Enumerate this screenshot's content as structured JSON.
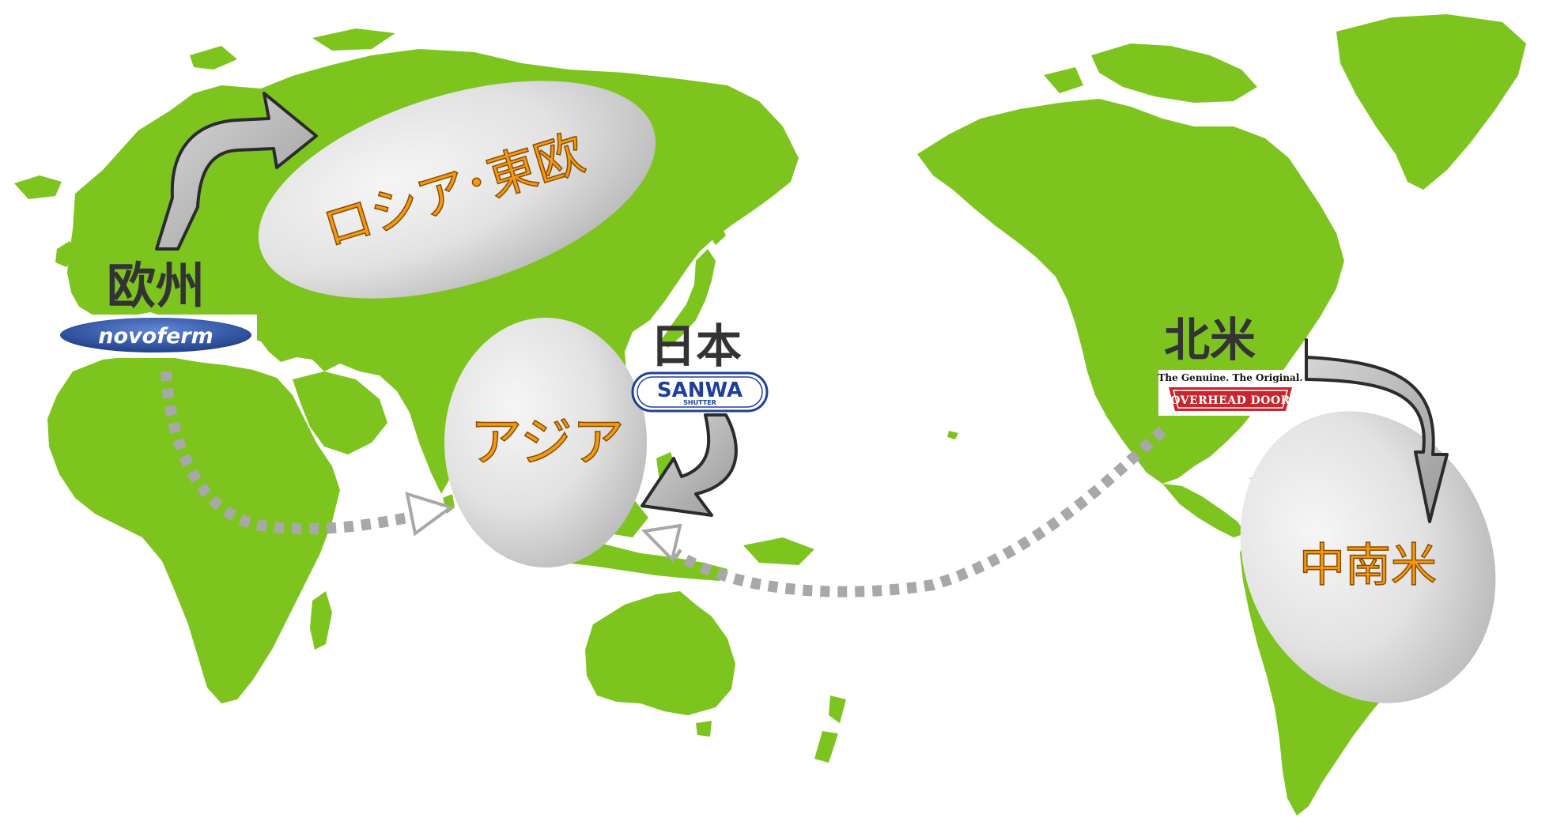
{
  "colors": {
    "land": "#7dc41f",
    "ocean": "#ffffff",
    "region_label": "#333333",
    "target_label": "#f29a12",
    "target_label_stroke": "#8a4b00",
    "ellipse_light": "#f3f3f3",
    "ellipse_dark": "#bcbcbc",
    "arrow_dark": "#2b2b2b",
    "arrow_gray": "#b0b0b0",
    "dotted_arrow": "#a8a8a8",
    "novoferm_blue": "#1d3f8f",
    "sanwa_blue": "#1f3f9a",
    "overhead_red": "#c8262e"
  },
  "regions": {
    "europe": {
      "label": "欧州",
      "brand": "novoferm"
    },
    "japan": {
      "label": "日本",
      "brand": "SANWA",
      "brand_sub": "SHUTTER"
    },
    "north_america": {
      "label": "北米",
      "tagline": "The Genuine. The Original.",
      "brand": "OVERHEAD DOOR"
    }
  },
  "targets": {
    "russia_east_europe": "ロシア･東欧",
    "asia": "アジア",
    "latin_america": "中南米"
  },
  "icons": {
    "europe_to_russia": "curved-arrow-icon",
    "japan_to_asia": "curved-arrow-icon",
    "north_america_to_latin_america": "curved-arrow-icon",
    "europe_to_asia": "dotted-arrow-icon",
    "north_america_to_asia": "dotted-arrow-icon"
  }
}
